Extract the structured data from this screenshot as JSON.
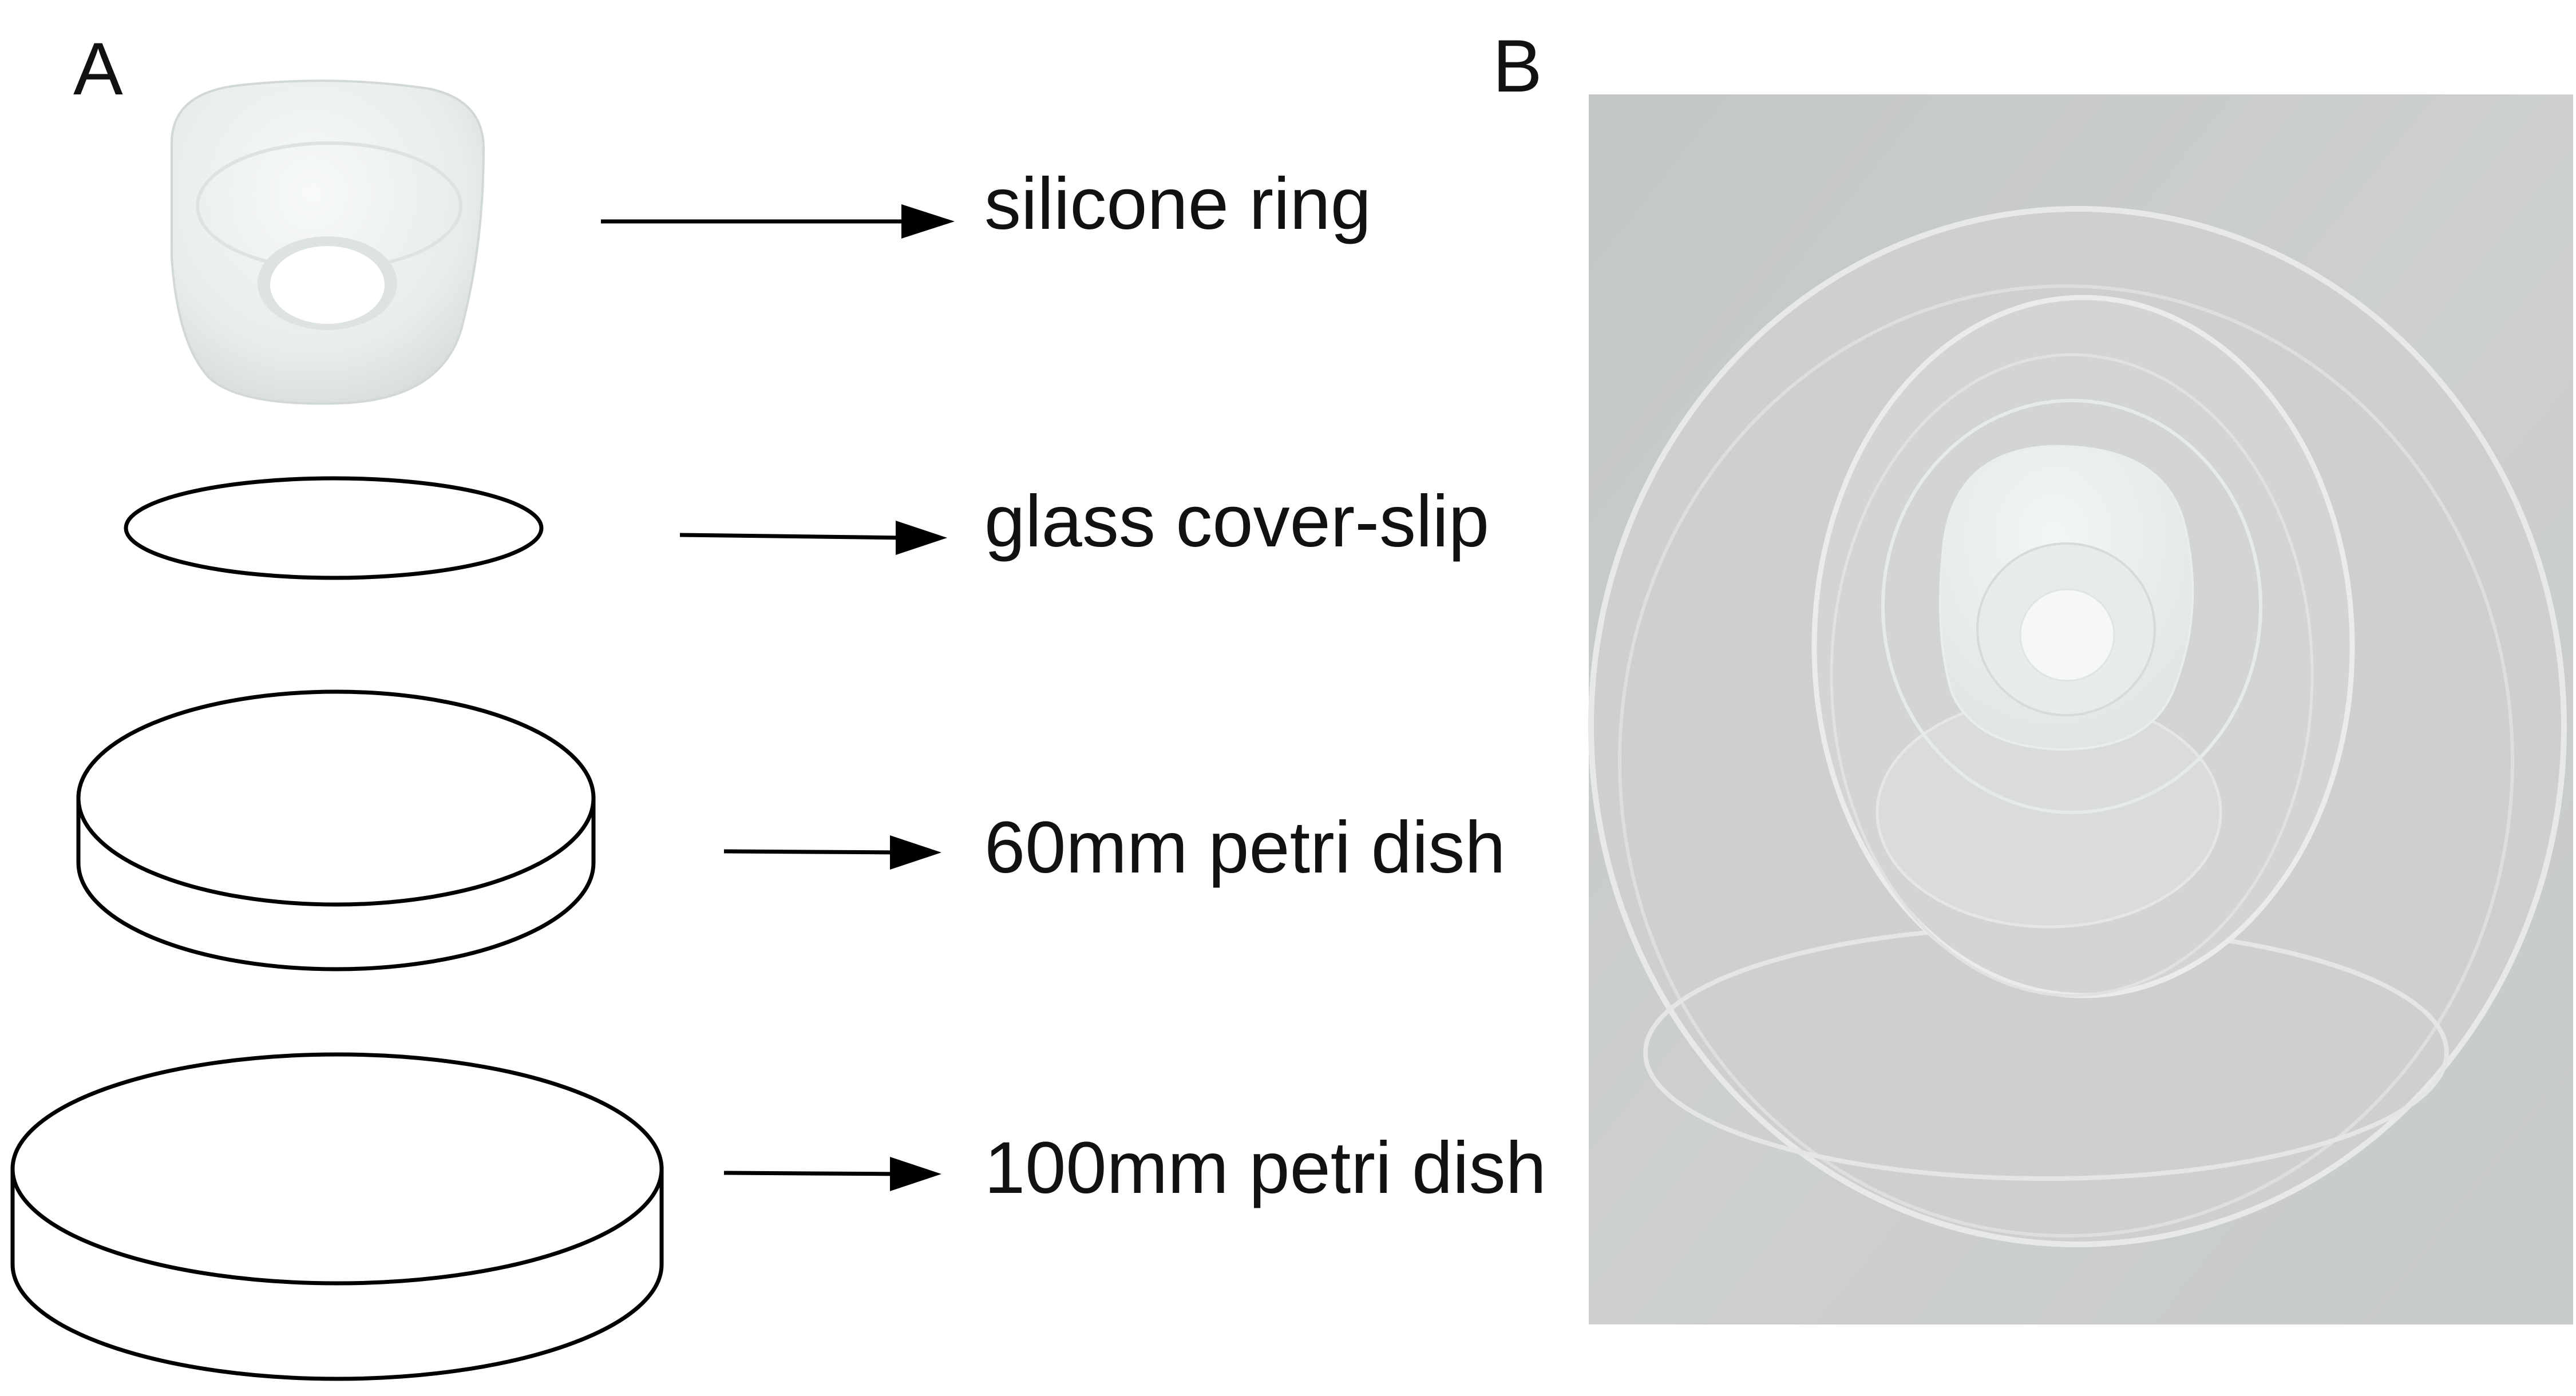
{
  "panels": {
    "a": {
      "letter": "A"
    },
    "b": {
      "letter": "B"
    }
  },
  "components": [
    {
      "id": "silicone-ring",
      "label": "silicone ring"
    },
    {
      "id": "glass-cover-slip",
      "label": "glass cover-slip"
    },
    {
      "id": "petri-60",
      "label": "60mm petri dish"
    },
    {
      "id": "petri-100",
      "label": "100mm petri dish"
    }
  ],
  "colors": {
    "photo_background": "#c9ccca",
    "ring_material": "#eef1f1",
    "outline": "#000000",
    "text": "#111111"
  }
}
